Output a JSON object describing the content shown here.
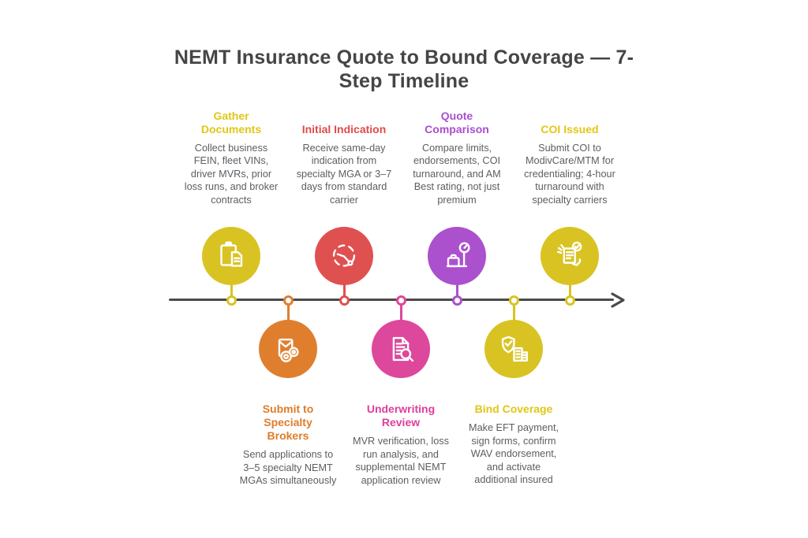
{
  "title": "NEMT Insurance Quote to Bound Coverage — 7-Step Timeline",
  "colors": {
    "yellow": "#d9c323",
    "orange": "#df7f2e",
    "red": "#df5150",
    "pink": "#dd479c",
    "purple": "#ab51ce",
    "timeline_line": "#4a4a4b",
    "title_text": "#454545",
    "body_text": "#5b5e61"
  },
  "timeline": {
    "direction": "left-to-right",
    "node_count": 7
  },
  "steps": [
    {
      "order": 1,
      "placement": "top",
      "title": "Gather Documents",
      "description": "Collect business FEIN, fleet VINs, driver MVRs, prior loss runs, and broker contracts",
      "color": "#d9c323",
      "icon": "clipboard-documents-icon"
    },
    {
      "order": 2,
      "placement": "bottom",
      "title": "Submit to Specialty Brokers",
      "description": "Send applications to 3–5 specialty NEMT MGAs simultaneously",
      "color": "#df7f2e",
      "icon": "envelope-coins-icon"
    },
    {
      "order": 3,
      "placement": "top",
      "title": "Initial Indication",
      "description": "Receive same-day indication from specialty MGA or 3–7 days from standard carrier",
      "color": "#df5150",
      "icon": "deadline-clock-icon"
    },
    {
      "order": 4,
      "placement": "bottom",
      "title": "Underwriting Review",
      "description": "MVR verification, loss run analysis, and supplemental NEMT application review",
      "color": "#dd479c",
      "icon": "document-magnifier-icon"
    },
    {
      "order": 5,
      "placement": "top",
      "title": "Quote Comparison",
      "description": "Compare limits, endorsements, COI turnaround, and AM Best rating, not just premium",
      "color": "#ab51ce",
      "icon": "luggage-scale-icon"
    },
    {
      "order": 6,
      "placement": "bottom",
      "title": "Bind Coverage",
      "description": "Make EFT payment, sign forms, confirm WAV endorsement, and activate additional insured",
      "color": "#d9c323",
      "icon": "shield-check-building-icon"
    },
    {
      "order": 7,
      "placement": "top",
      "title": "COI Issued",
      "description": "Submit COI to ModivCare/MTM for credentialing; 4-hour turnaround with specialty carriers",
      "color": "#d9c323",
      "icon": "hands-certificate-icon"
    }
  ]
}
